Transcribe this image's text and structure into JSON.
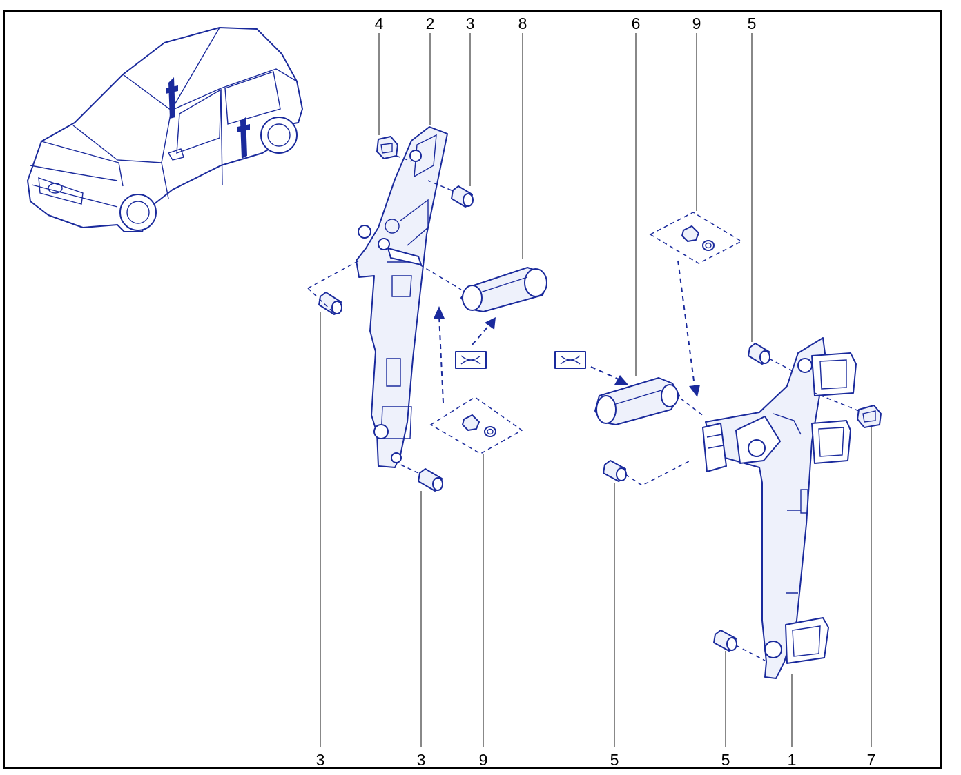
{
  "callouts": {
    "top": [
      "4",
      "2",
      "3",
      "8",
      "6",
      "9",
      "5"
    ],
    "bottom": [
      "3",
      "3",
      "9",
      "5",
      "5",
      "1",
      "7"
    ]
  },
  "icons": {
    "car": "hatchback-car-overview-icon",
    "window_regulator": "window-regulator-icon",
    "handle": "winding-handle-icon",
    "clip_kit": "clip-kit-icon",
    "lubricant_symbol": "lubricant-symbol-icon"
  },
  "colors": {
    "line_art": "#1a2a9c",
    "frame": "#000000",
    "background": "#ffffff"
  }
}
